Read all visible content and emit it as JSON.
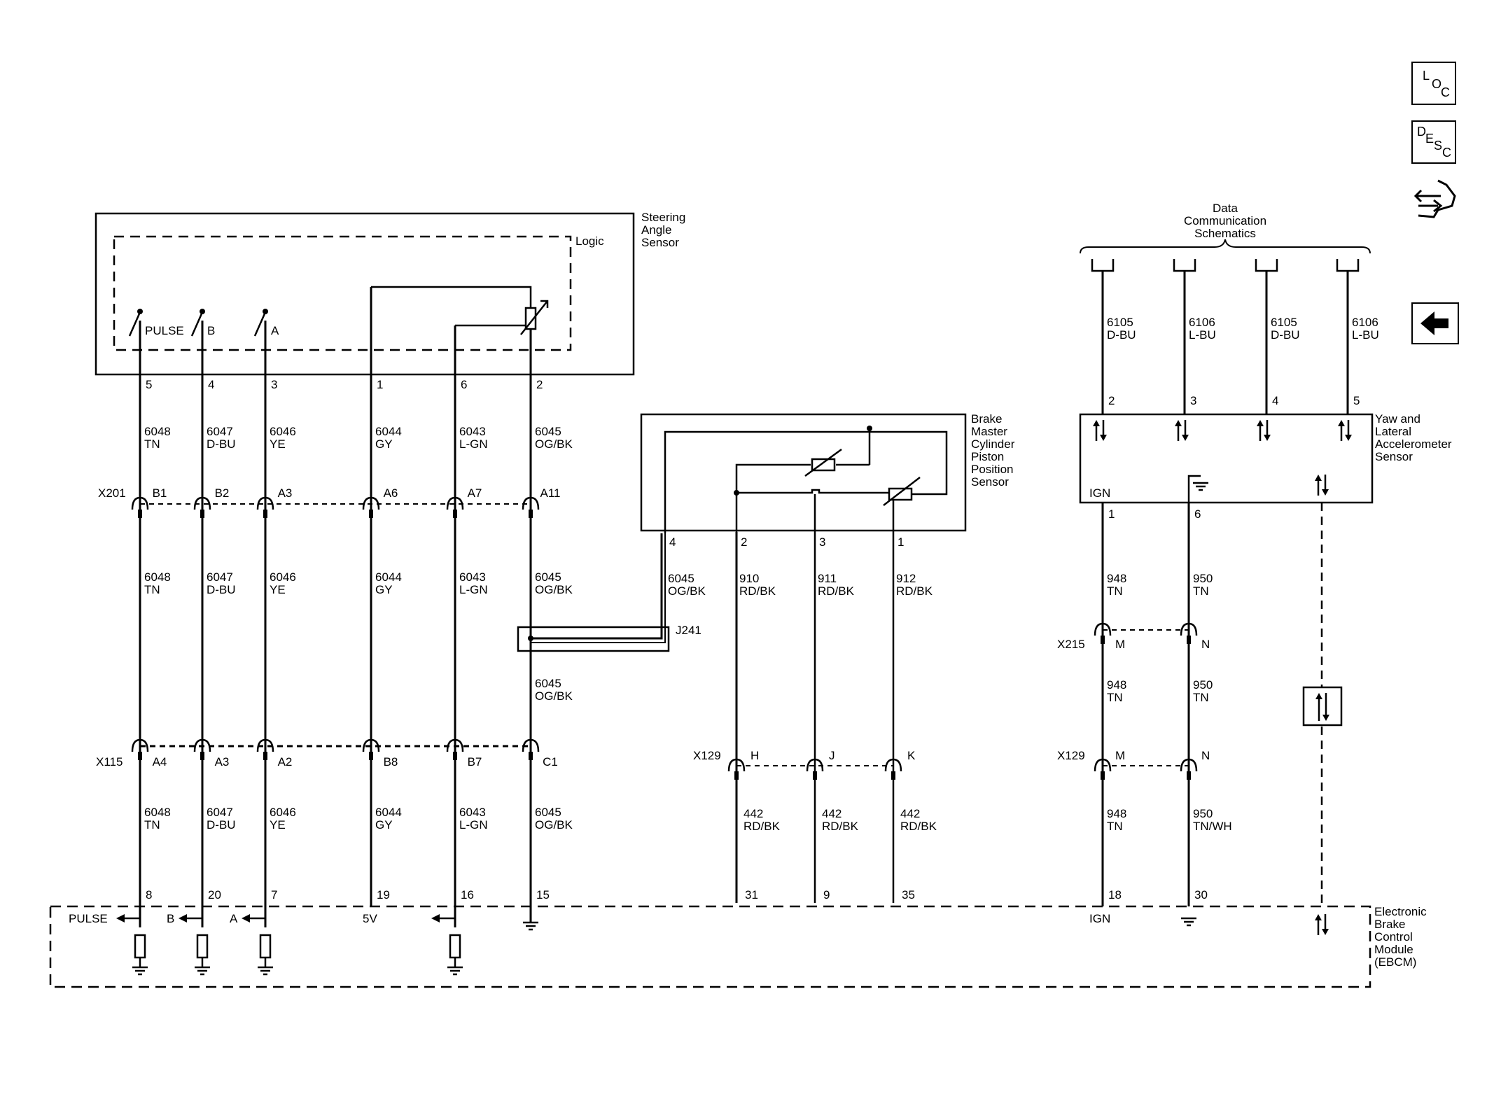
{
  "components": {
    "steering_angle_sensor": [
      "Steering",
      "Angle",
      "Sensor"
    ],
    "logic": "Logic",
    "brake_master_cylinder_sensor": [
      "Brake",
      "Master",
      "Cylinder",
      "Piston",
      "Position",
      "Sensor"
    ],
    "yaw_sensor": [
      "Yaw and",
      "Lateral",
      "Accelerometer",
      "Sensor"
    ],
    "ebcm": [
      "Electronic",
      "Brake",
      "Control",
      "Module",
      "(EBCM)"
    ],
    "data_comm": [
      "Data",
      "Communication",
      "Schematics"
    ]
  },
  "switch_labels": [
    "PULSE",
    "B",
    "A"
  ],
  "sas_pins": [
    "5",
    "4",
    "3",
    "1",
    "6",
    "2"
  ],
  "wires_left": [
    {
      "circuit": "6048",
      "color": "TN"
    },
    {
      "circuit": "6047",
      "color": "D-BU"
    },
    {
      "circuit": "6046",
      "color": "YE"
    },
    {
      "circuit": "6044",
      "color": "GY"
    },
    {
      "circuit": "6043",
      "color": "L-GN"
    },
    {
      "circuit": "6045",
      "color": "OG/BK"
    }
  ],
  "x201": {
    "name": "X201",
    "pins": [
      "B1",
      "B2",
      "A3",
      "A6",
      "A7",
      "A11"
    ]
  },
  "x115": {
    "name": "X115",
    "pins": [
      "A4",
      "A3",
      "A2",
      "B8",
      "B7",
      "C1"
    ]
  },
  "splice": "J241",
  "bmc_pins": [
    "4",
    "2",
    "3",
    "1"
  ],
  "bmc_wires": [
    {
      "circuit": "6045",
      "color": "OG/BK"
    },
    {
      "circuit": "910",
      "color": "RD/BK"
    },
    {
      "circuit": "911",
      "color": "RD/BK"
    },
    {
      "circuit": "912",
      "color": "RD/BK"
    }
  ],
  "x129_mid": {
    "name": "X129",
    "pins": [
      "H",
      "J",
      "K"
    ]
  },
  "bmc_lower_wires": [
    {
      "circuit": "442",
      "color": "RD/BK"
    },
    {
      "circuit": "442",
      "color": "RD/BK"
    },
    {
      "circuit": "442",
      "color": "RD/BK"
    }
  ],
  "ebcm_pins_left": [
    "8",
    "20",
    "7",
    "19",
    "16",
    "15"
  ],
  "ebcm_pins_mid": [
    "31",
    "9",
    "35"
  ],
  "ebcm_pins_right": [
    "18",
    "30"
  ],
  "ebcm_signals": [
    "PULSE",
    "B",
    "A",
    "5V"
  ],
  "ign": "IGN",
  "data_wires": [
    {
      "circuit": "6105",
      "color": "D-BU"
    },
    {
      "circuit": "6106",
      "color": "L-BU"
    },
    {
      "circuit": "6105",
      "color": "D-BU"
    },
    {
      "circuit": "6106",
      "color": "L-BU"
    }
  ],
  "yaw_pins_top": [
    "2",
    "3",
    "4",
    "5"
  ],
  "yaw_pins_bottom": [
    "1",
    "6"
  ],
  "yaw_wires": [
    {
      "circuit": "948",
      "color": "TN"
    },
    {
      "circuit": "950",
      "color": "TN"
    }
  ],
  "x215": {
    "name": "X215",
    "pins": [
      "M",
      "N"
    ]
  },
  "x129_right": {
    "name": "X129",
    "pins": [
      "M",
      "N"
    ]
  },
  "yaw_wires_bottom": [
    {
      "circuit": "948",
      "color": "TN"
    },
    {
      "circuit": "950",
      "color": "TN/WH"
    }
  ],
  "side_icons": {
    "loc": [
      "L",
      "O",
      "C"
    ],
    "desc": [
      "D",
      "E",
      "S",
      "C"
    ],
    "icons": [
      "connector-view-icon",
      "back-arrow-icon"
    ]
  }
}
